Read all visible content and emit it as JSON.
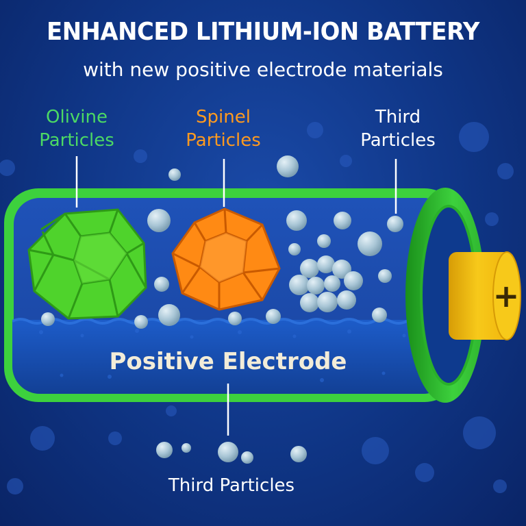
{
  "title": "ENHANCED LITHIUM-ION BATTERY",
  "subtitle": "with new positive electrode materials",
  "labels": {
    "olivine": "Olivine\nParticles",
    "spinel": "Spinel\nParticles",
    "third_top": "Third\nParticles",
    "electrode": "Positive Electrode",
    "third_bottom": "Third Particles"
  },
  "terminal_symbol": "+",
  "colors": {
    "background": "#0f3585",
    "battery_shell": "#3dd13d",
    "olivine": "#4fd32c",
    "spinel": "#ff8a14",
    "particles": "#a9c6d6",
    "terminal": "#f4c20d"
  }
}
